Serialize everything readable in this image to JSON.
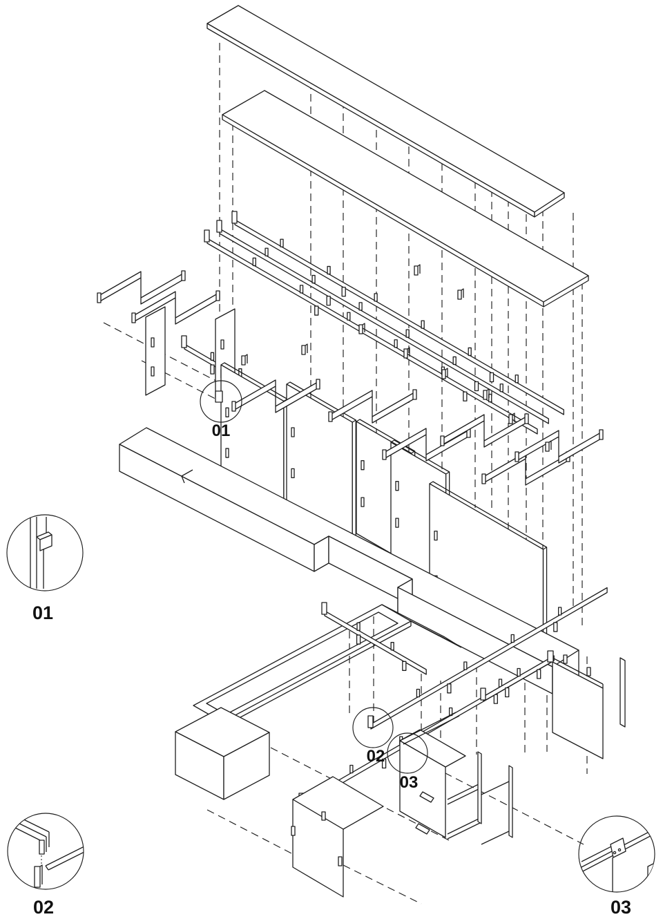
{
  "drawing": {
    "background": "#ffffff",
    "stroke_color": "#1d1d1d",
    "inline_callouts": [
      {
        "label": "01"
      },
      {
        "label": "02"
      },
      {
        "label": "03"
      }
    ],
    "detail_views": [
      {
        "label": "01"
      },
      {
        "label": "02"
      },
      {
        "label": "03"
      }
    ]
  }
}
